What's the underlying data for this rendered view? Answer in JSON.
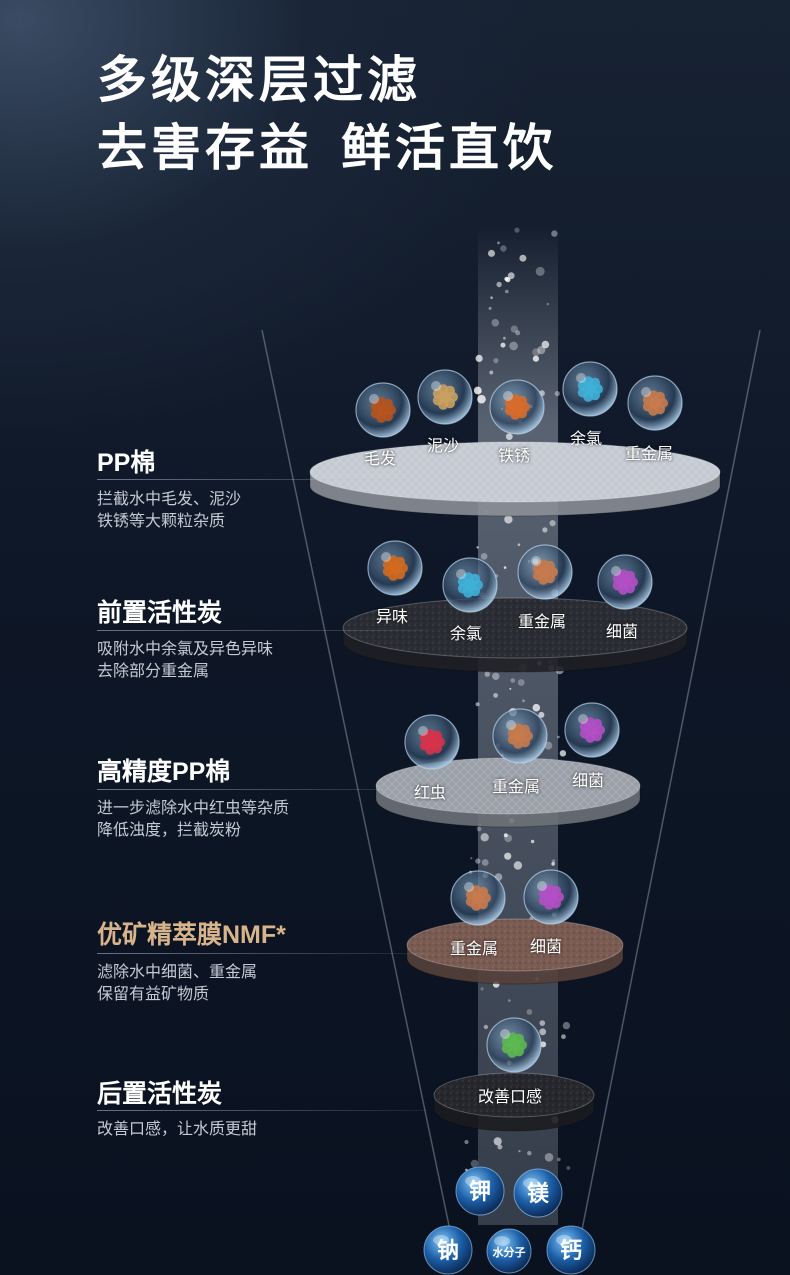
{
  "headline": {
    "line1": "多级深层过滤",
    "line2a": "去害存益",
    "line2b": "鲜活直饮"
  },
  "stages": [
    {
      "title": "PP棉",
      "desc1": "拦截水中毛发、泥沙",
      "desc2": "铁锈等大颗粒杂质",
      "disc_color": "#c4c9d2",
      "particles": [
        "毛发",
        "泥沙",
        "铁锈",
        "余氯",
        "重金属"
      ]
    },
    {
      "title": "前置活性炭",
      "desc1": "吸附水中余氯及异色异味",
      "desc2": "去除部分重金属",
      "disc_color": "#2a2c33",
      "particles": [
        "异味",
        "余氯",
        "重金属",
        "细菌"
      ]
    },
    {
      "title": "高精度PP棉",
      "desc1": "进一步滤除水中红虫等杂质",
      "desc2": "降低浊度，拦截炭粉",
      "disc_color": "#9a9fa8",
      "particles": [
        "红虫",
        "重金属",
        "细菌"
      ]
    },
    {
      "title": "优矿精萃膜NMF*",
      "desc1": "滤除水中细菌、重金属",
      "desc2": "保留有益矿物质",
      "disc_color": "#7a5b52",
      "particles": [
        "重金属",
        "细菌"
      ]
    },
    {
      "title": "后置活性炭",
      "desc1": "改善口感，让水质更甜",
      "desc2": "",
      "disc_color": "#26272c",
      "particles": [
        "改善口感"
      ]
    }
  ],
  "minerals": [
    "钾",
    "镁",
    "钠",
    "水分子",
    "钙"
  ],
  "colors": {
    "accent_gold": "#d8b48a",
    "text_white": "#ffffff",
    "text_gray": "#c5cad2"
  }
}
